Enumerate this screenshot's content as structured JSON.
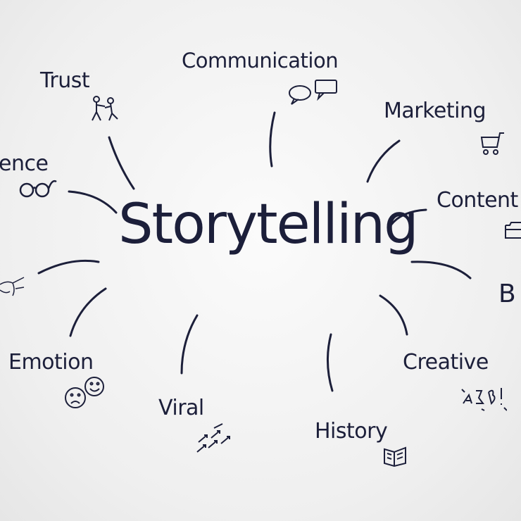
{
  "center": "Storytelling",
  "nodes": {
    "communication": "Communication",
    "trust": "Trust",
    "audience_partial": "ence",
    "marketing": "Marketing",
    "content": "Content",
    "b_partial": "B",
    "creative": "Creative",
    "history": "History",
    "viral": "Viral",
    "emotion": "Emotion"
  },
  "colors": {
    "ink": "#1c1f3a",
    "background": "#f3f3f3"
  }
}
